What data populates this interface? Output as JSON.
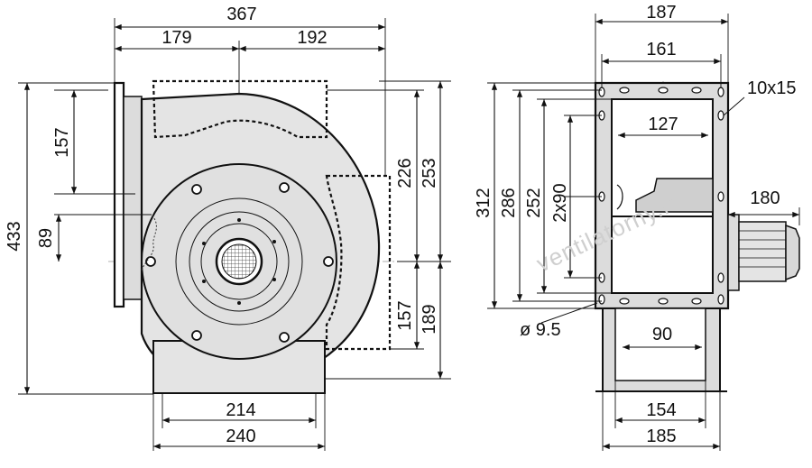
{
  "drawing": {
    "side_view": {
      "dims": {
        "overall_width": "367",
        "left_width": "179",
        "right_width": "192",
        "height_total": "433",
        "left_upper": "157",
        "left_lower": "89",
        "outlet_height": "226",
        "outlet_to_center": "253",
        "lower_outlet": "157",
        "lower_total": "189",
        "base_inner": "214",
        "base_outer": "240"
      }
    },
    "front_view": {
      "dims": {
        "width_outer": "187",
        "width_inner": "161",
        "inner_opening": "127",
        "height_312": "312",
        "height_286": "286",
        "height_252": "252",
        "hole_pitch": "2x90",
        "motor_length": "180",
        "base_width": "90",
        "base_inner": "154",
        "base_outer": "185",
        "slot": "10x15",
        "hole": "ø 9.5"
      }
    },
    "watermark": "ventilatorny.ru"
  }
}
